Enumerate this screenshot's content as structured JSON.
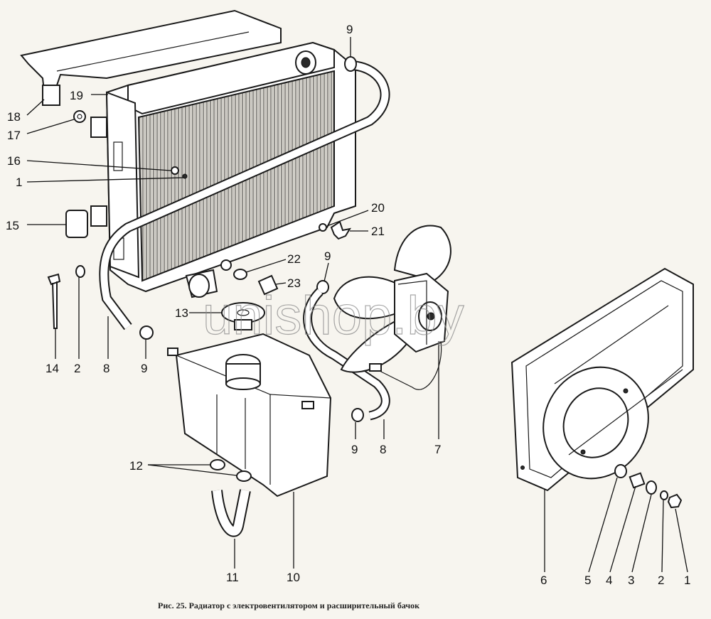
{
  "callouts": [
    {
      "id": "c18a",
      "text": "18"
    },
    {
      "id": "c19",
      "text": "19"
    },
    {
      "id": "c17",
      "text": "17"
    },
    {
      "id": "c16",
      "text": "16"
    },
    {
      "id": "c1a",
      "text": "1"
    },
    {
      "id": "c15",
      "text": "15"
    },
    {
      "id": "c9a",
      "text": "9"
    },
    {
      "id": "c20",
      "text": "20"
    },
    {
      "id": "c21",
      "text": "21"
    },
    {
      "id": "c22",
      "text": "22"
    },
    {
      "id": "c9b",
      "text": "9"
    },
    {
      "id": "c23",
      "text": "23"
    },
    {
      "id": "c13",
      "text": "13"
    },
    {
      "id": "c14",
      "text": "14"
    },
    {
      "id": "c2a",
      "text": "2"
    },
    {
      "id": "c8a",
      "text": "8"
    },
    {
      "id": "c9c",
      "text": "9"
    },
    {
      "id": "c12",
      "text": "12"
    },
    {
      "id": "c9d",
      "text": "9"
    },
    {
      "id": "c8b",
      "text": "8"
    },
    {
      "id": "c7",
      "text": "7"
    },
    {
      "id": "c11",
      "text": "11"
    },
    {
      "id": "c10",
      "text": "10"
    },
    {
      "id": "c6",
      "text": "6"
    },
    {
      "id": "c5",
      "text": "5"
    },
    {
      "id": "c4",
      "text": "4"
    },
    {
      "id": "c3",
      "text": "3"
    },
    {
      "id": "c2b",
      "text": "2"
    },
    {
      "id": "c1b",
      "text": "1"
    }
  ],
  "caption": "Рис. 25. Радиатор с электровентилятором и расширительный бачок",
  "watermark": "unishop.by"
}
